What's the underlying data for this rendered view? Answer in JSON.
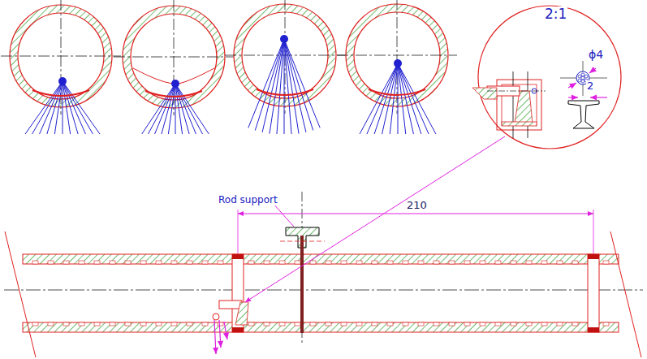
{
  "diagram": {
    "labels": [
      "2:1",
      "ϕ4",
      "2",
      "Rod support",
      "210"
    ]
  }
}
